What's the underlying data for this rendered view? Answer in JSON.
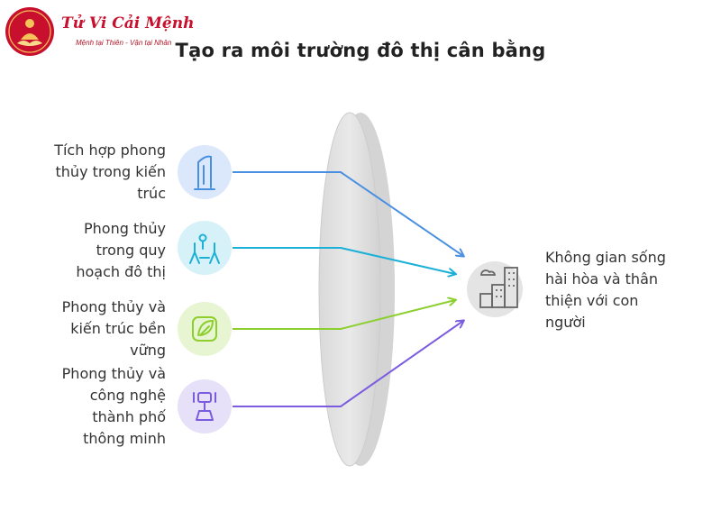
{
  "logo": {
    "name": "Tử Vi Cải Mệnh",
    "tagline": "Mệnh tại Thiên - Vận tại Nhân",
    "icon": "buddha-lotus-icon"
  },
  "title": "Tạo ra môi trường đô thị cân bằng",
  "inputs": [
    {
      "label": "Tích hợp phong\nthủy trong kiến\ntrúc",
      "icon": "building-icon",
      "color": "#4a90e2",
      "bg": "#dbe8fb"
    },
    {
      "label": "Phong thủy\ntrong quy\nhoạch đô thị",
      "icon": "city-planning-icon",
      "color": "#1ab0d8",
      "bg": "#d6f1f8"
    },
    {
      "label": "Phong thủy và\nkiến trúc bền\nvững",
      "icon": "sustainable-leaf-icon",
      "color": "#8ccf2e",
      "bg": "#e7f5d2"
    },
    {
      "label": "Phong thủy và\ncông nghệ\nthành phố\nthông minh",
      "icon": "smart-city-tower-icon",
      "color": "#7b5ce0",
      "bg": "#e6e0f9"
    }
  ],
  "output": {
    "label": "Không gian sống\nhài hòa và thân\nthiện với con\nngười",
    "icon": "city-buildings-icon",
    "bg": "#e4e4e4"
  }
}
